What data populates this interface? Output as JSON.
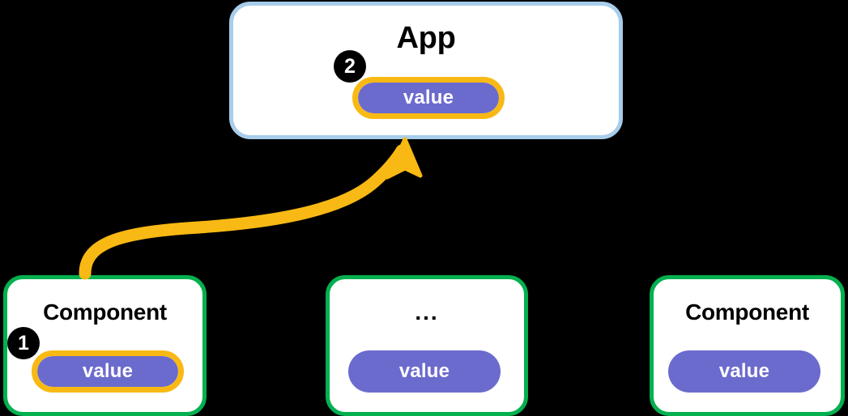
{
  "diagram": {
    "title_semantic": "lifting-state-up",
    "background_color": "#000000",
    "colors": {
      "app_border": "#a8cdeb",
      "component_border": "#04b04f",
      "pill_fill": "#6b6bce",
      "highlight_ring": "#f9b914",
      "badge_fill": "#000000",
      "badge_text": "#ffffff",
      "box_fill": "#ffffff",
      "title_text": "#000000",
      "pill_text": "#ffffff"
    }
  },
  "app": {
    "title": "App",
    "pill": {
      "label": "value",
      "highlighted": true
    },
    "badge": {
      "number": "2"
    }
  },
  "components": [
    {
      "title": "Component",
      "pill": {
        "label": "value",
        "highlighted": true
      },
      "badge": {
        "number": "1"
      }
    },
    {
      "title": "...",
      "pill": {
        "label": "value",
        "highlighted": false
      },
      "badge": null
    },
    {
      "title": "Component",
      "pill": {
        "label": "value",
        "highlighted": false
      },
      "badge": null
    }
  ],
  "arrow": {
    "semantic": "lift-state-up-arrow",
    "color": "#f9b914",
    "from": "component-1-value",
    "to": "app-value"
  }
}
